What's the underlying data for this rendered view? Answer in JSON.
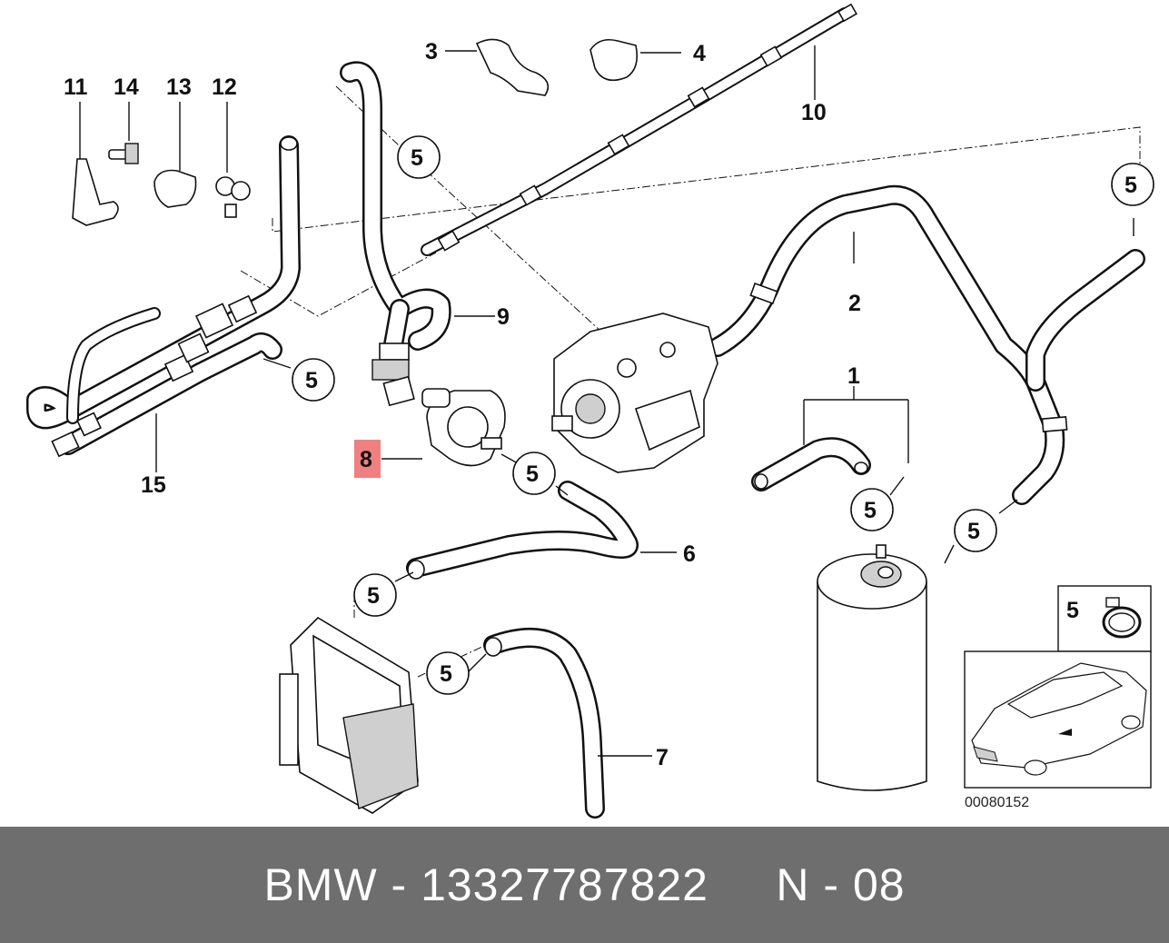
{
  "callouts": {
    "c1": "1",
    "c2": "2",
    "c3": "3",
    "c4": "4",
    "c6": "6",
    "c7": "7",
    "c9": "9",
    "c10": "10",
    "c11": "11",
    "c12": "12",
    "c13": "13",
    "c14": "14",
    "c15": "15",
    "c8": "8"
  },
  "circle_label": "5",
  "inset_label": "5",
  "reference_code": "00080152",
  "highlight_color": "#f08080",
  "footer": {
    "text": "BMW - 13327787822     N - 08",
    "background": "#6e6e6e"
  }
}
